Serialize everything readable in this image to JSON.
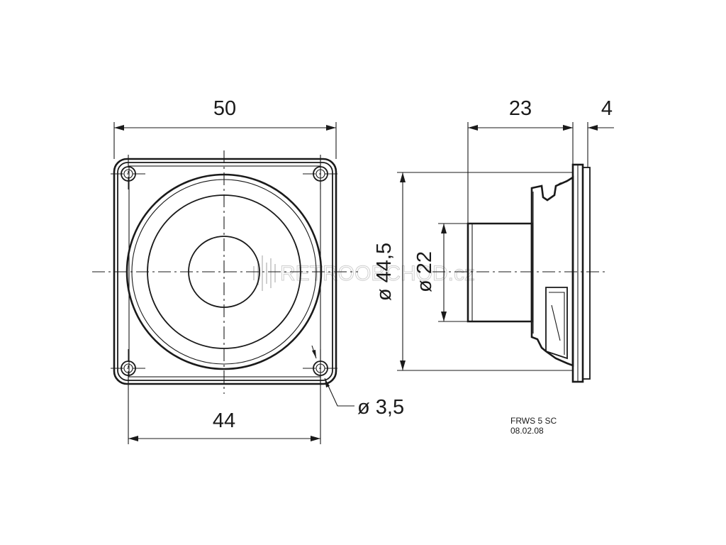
{
  "dimensions": {
    "overall_width": "50",
    "hole_spacing": "44",
    "hole_diameter": "ø 3,5",
    "outer_diameter": "ø 44,5",
    "magnet_diameter": "ø 22",
    "depth": "23",
    "flange_thickness": "4"
  },
  "notes": {
    "model": "FRWS 5 SC",
    "date": "08.02.08"
  },
  "watermark": "RETROOBCHOD.cz"
}
